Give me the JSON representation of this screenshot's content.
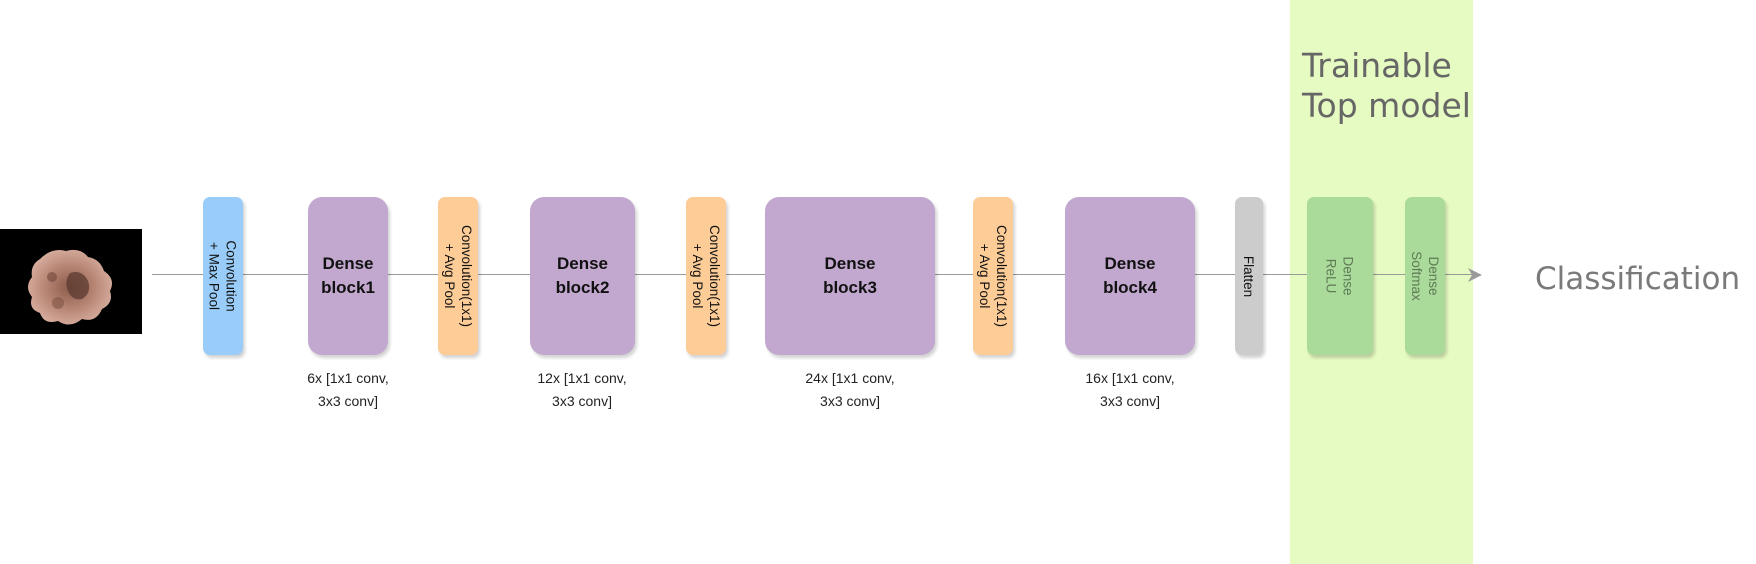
{
  "top_panel": {
    "title": "Trainable\nTop model"
  },
  "input": {
    "description": ""
  },
  "blocks": {
    "conv1": "Convolution\n+ Max Pool",
    "dense1": "Dense\nblock1",
    "trans1": "Convolution(1x1)\n+ Avg Pool",
    "dense2": "Dense\nblock2",
    "trans2": "Convolution(1x1)\n+ Avg Pool",
    "dense3": "Dense\nblock3",
    "trans3": "Convolution(1x1)\n+ Avg Pool",
    "dense4": "Dense\nblock4",
    "flatten": "Flatten",
    "dense_relu": "Dense\nReLU",
    "dense_softmax": "Dense\nSoftmax"
  },
  "notes": {
    "dense1": "6x [1x1 conv,\n3x3 conv]",
    "dense2": "12x [1x1 conv,\n3x3 conv]",
    "dense3": "24x [1x1 conv,\n3x3 conv]",
    "dense4": "16x [1x1 conv,\n3x3 conv]"
  },
  "output": {
    "label": "Classification"
  },
  "colors": {
    "panel": "#e6fbc2",
    "dense": "#c2a8cf",
    "conv_max": "#99ccf8",
    "conv_avg": "#fdcc97",
    "flatten": "#cccccc",
    "top_dense": "#aadb9b"
  }
}
